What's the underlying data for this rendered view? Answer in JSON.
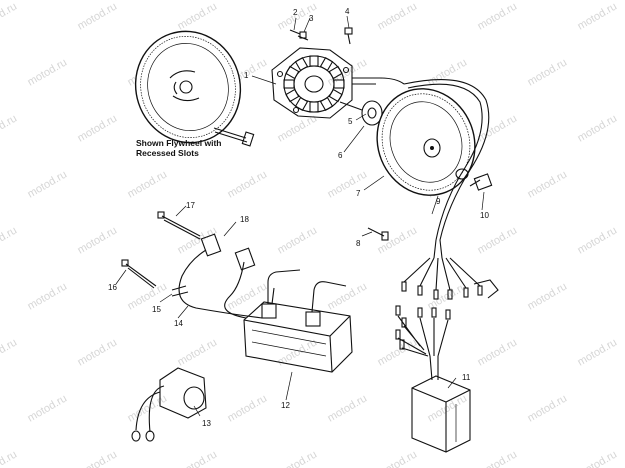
{
  "caption": {
    "line1": "Shown Flywheel with",
    "line2": "Recessed Slots"
  },
  "watermark": "motod.ru",
  "callouts": [
    "1",
    "2",
    "3",
    "4",
    "5",
    "6",
    "7",
    "8",
    "9",
    "10",
    "11",
    "12",
    "13",
    "14",
    "15",
    "16",
    "17",
    "18"
  ]
}
